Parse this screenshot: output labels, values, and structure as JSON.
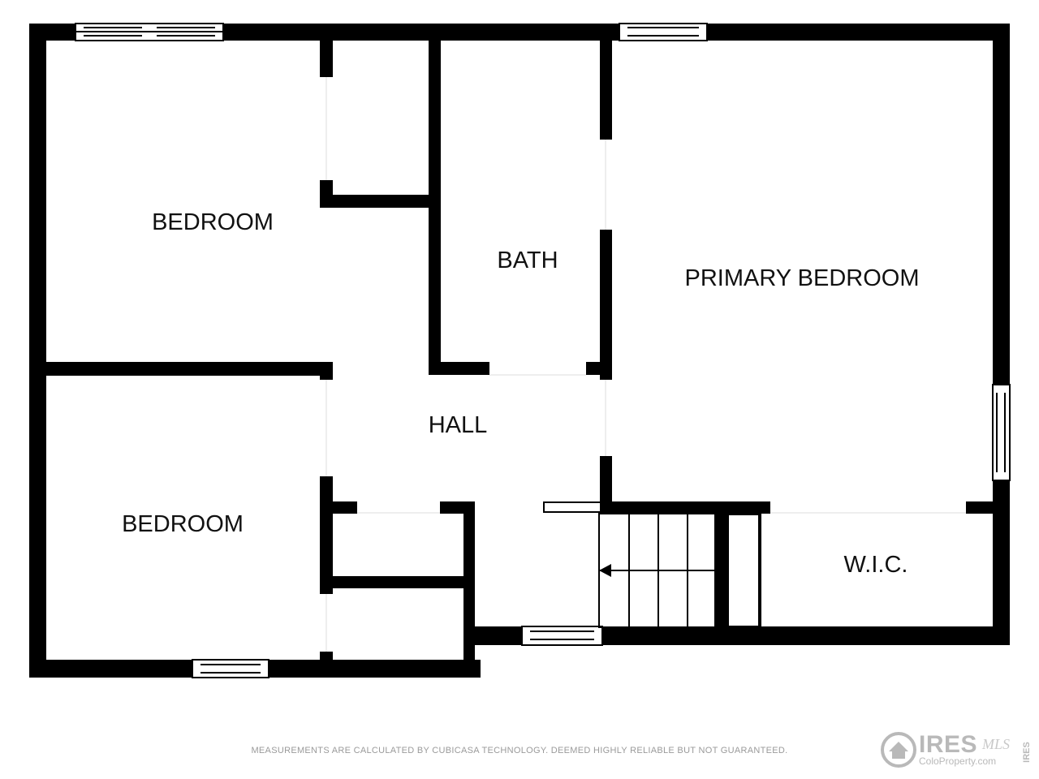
{
  "rooms": {
    "bedroom_top": "BEDROOM",
    "bedroom_bottom": "BEDROOM",
    "bath": "BATH",
    "primary_bedroom": "PRIMARY BEDROOM",
    "hall": "HALL",
    "wic": "W.I.C."
  },
  "footer": {
    "disclaimer": "MEASUREMENTS ARE CALCULATED BY CUBICASA TECHNOLOGY. DEEMED HIGHLY RELIABLE BUT NOT GUARANTEED."
  },
  "logo": {
    "name": "IRES",
    "mls": "MLS",
    "url": "ColoProperty.com",
    "vertical": "IRES"
  },
  "colors": {
    "wall": "#000000",
    "background": "#ffffff",
    "text": "#111111",
    "watermark": "#b9b9b9"
  }
}
